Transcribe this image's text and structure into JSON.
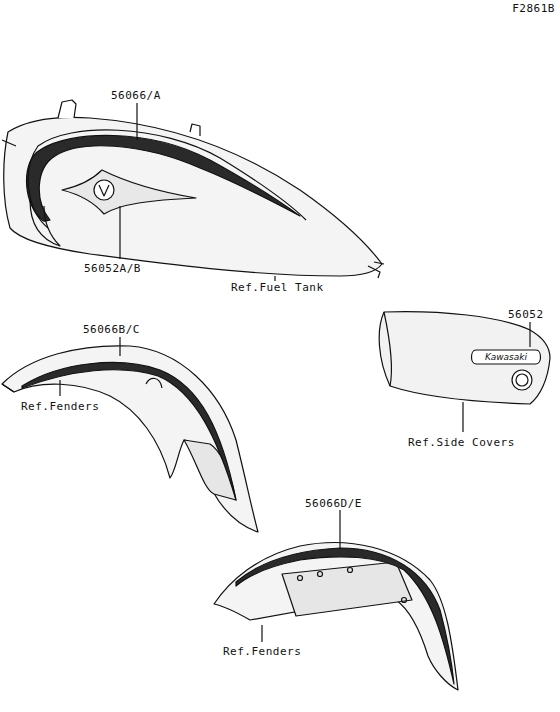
{
  "diagram": {
    "labels": [
      "F2861B",
      "56066/A",
      "56052A/B",
      "Ref.Fuel Tank",
      "56066B/C",
      "Ref.Fenders",
      "56052",
      "Kawasaki",
      "Ref.Side Covers",
      "56066D/E",
      "Ref.Fenders"
    ]
  }
}
